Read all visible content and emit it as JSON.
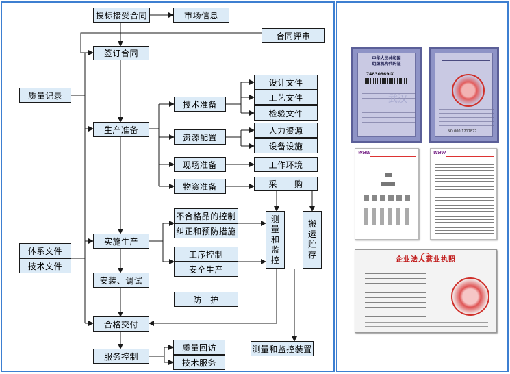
{
  "flow": {
    "main": {
      "bid": "投标接受合同",
      "sign": "签订合同",
      "prep": "生产准备",
      "impl": "实施生产",
      "install": "安装、调试",
      "deliver": "合格交付",
      "service": "服务控制"
    },
    "side": {
      "market": "市场信息",
      "review": "合同评审",
      "quality": "质量记录",
      "system_docs": "体系文件",
      "tech_docs": "技术文件"
    },
    "prep_branches": {
      "tech_prep": "技术准备",
      "resource": "资源配置",
      "site": "现场准备",
      "material": "物资准备"
    },
    "docs": {
      "design": "设计文件",
      "process": "工艺文件",
      "inspect": "检验文件"
    },
    "resources": {
      "hr": "人力资源",
      "equip": "设备设施",
      "env": "工作环境",
      "purchase": "采　　购"
    },
    "impl_branches": {
      "nonconform": "不合格品的控制",
      "corrective": "纠正和预防措施",
      "procedure": "工序控制",
      "safety": "安全生产"
    },
    "protect": "防　护",
    "measure_v": [
      "测",
      "量",
      "和",
      "监",
      "控"
    ],
    "storage_v": [
      "搬",
      "运",
      "贮",
      "存"
    ],
    "measure_device": "测量和监控装置",
    "service_items": {
      "revisit": "质量回访",
      "tech_service": "技术服务"
    }
  },
  "certificates": {
    "org_code_title": [
      "中华人民共和国",
      "组织机构代码证"
    ],
    "org_code_number": "74830969-X",
    "org_code_back_no": "NO.000 1217877",
    "watermark": "武汉",
    "license_title": "企业法人营业执照"
  },
  "colors": {
    "frame": "#3d7fd1",
    "box_fill": "#dcebf7",
    "line": "#1a1a1a"
  }
}
